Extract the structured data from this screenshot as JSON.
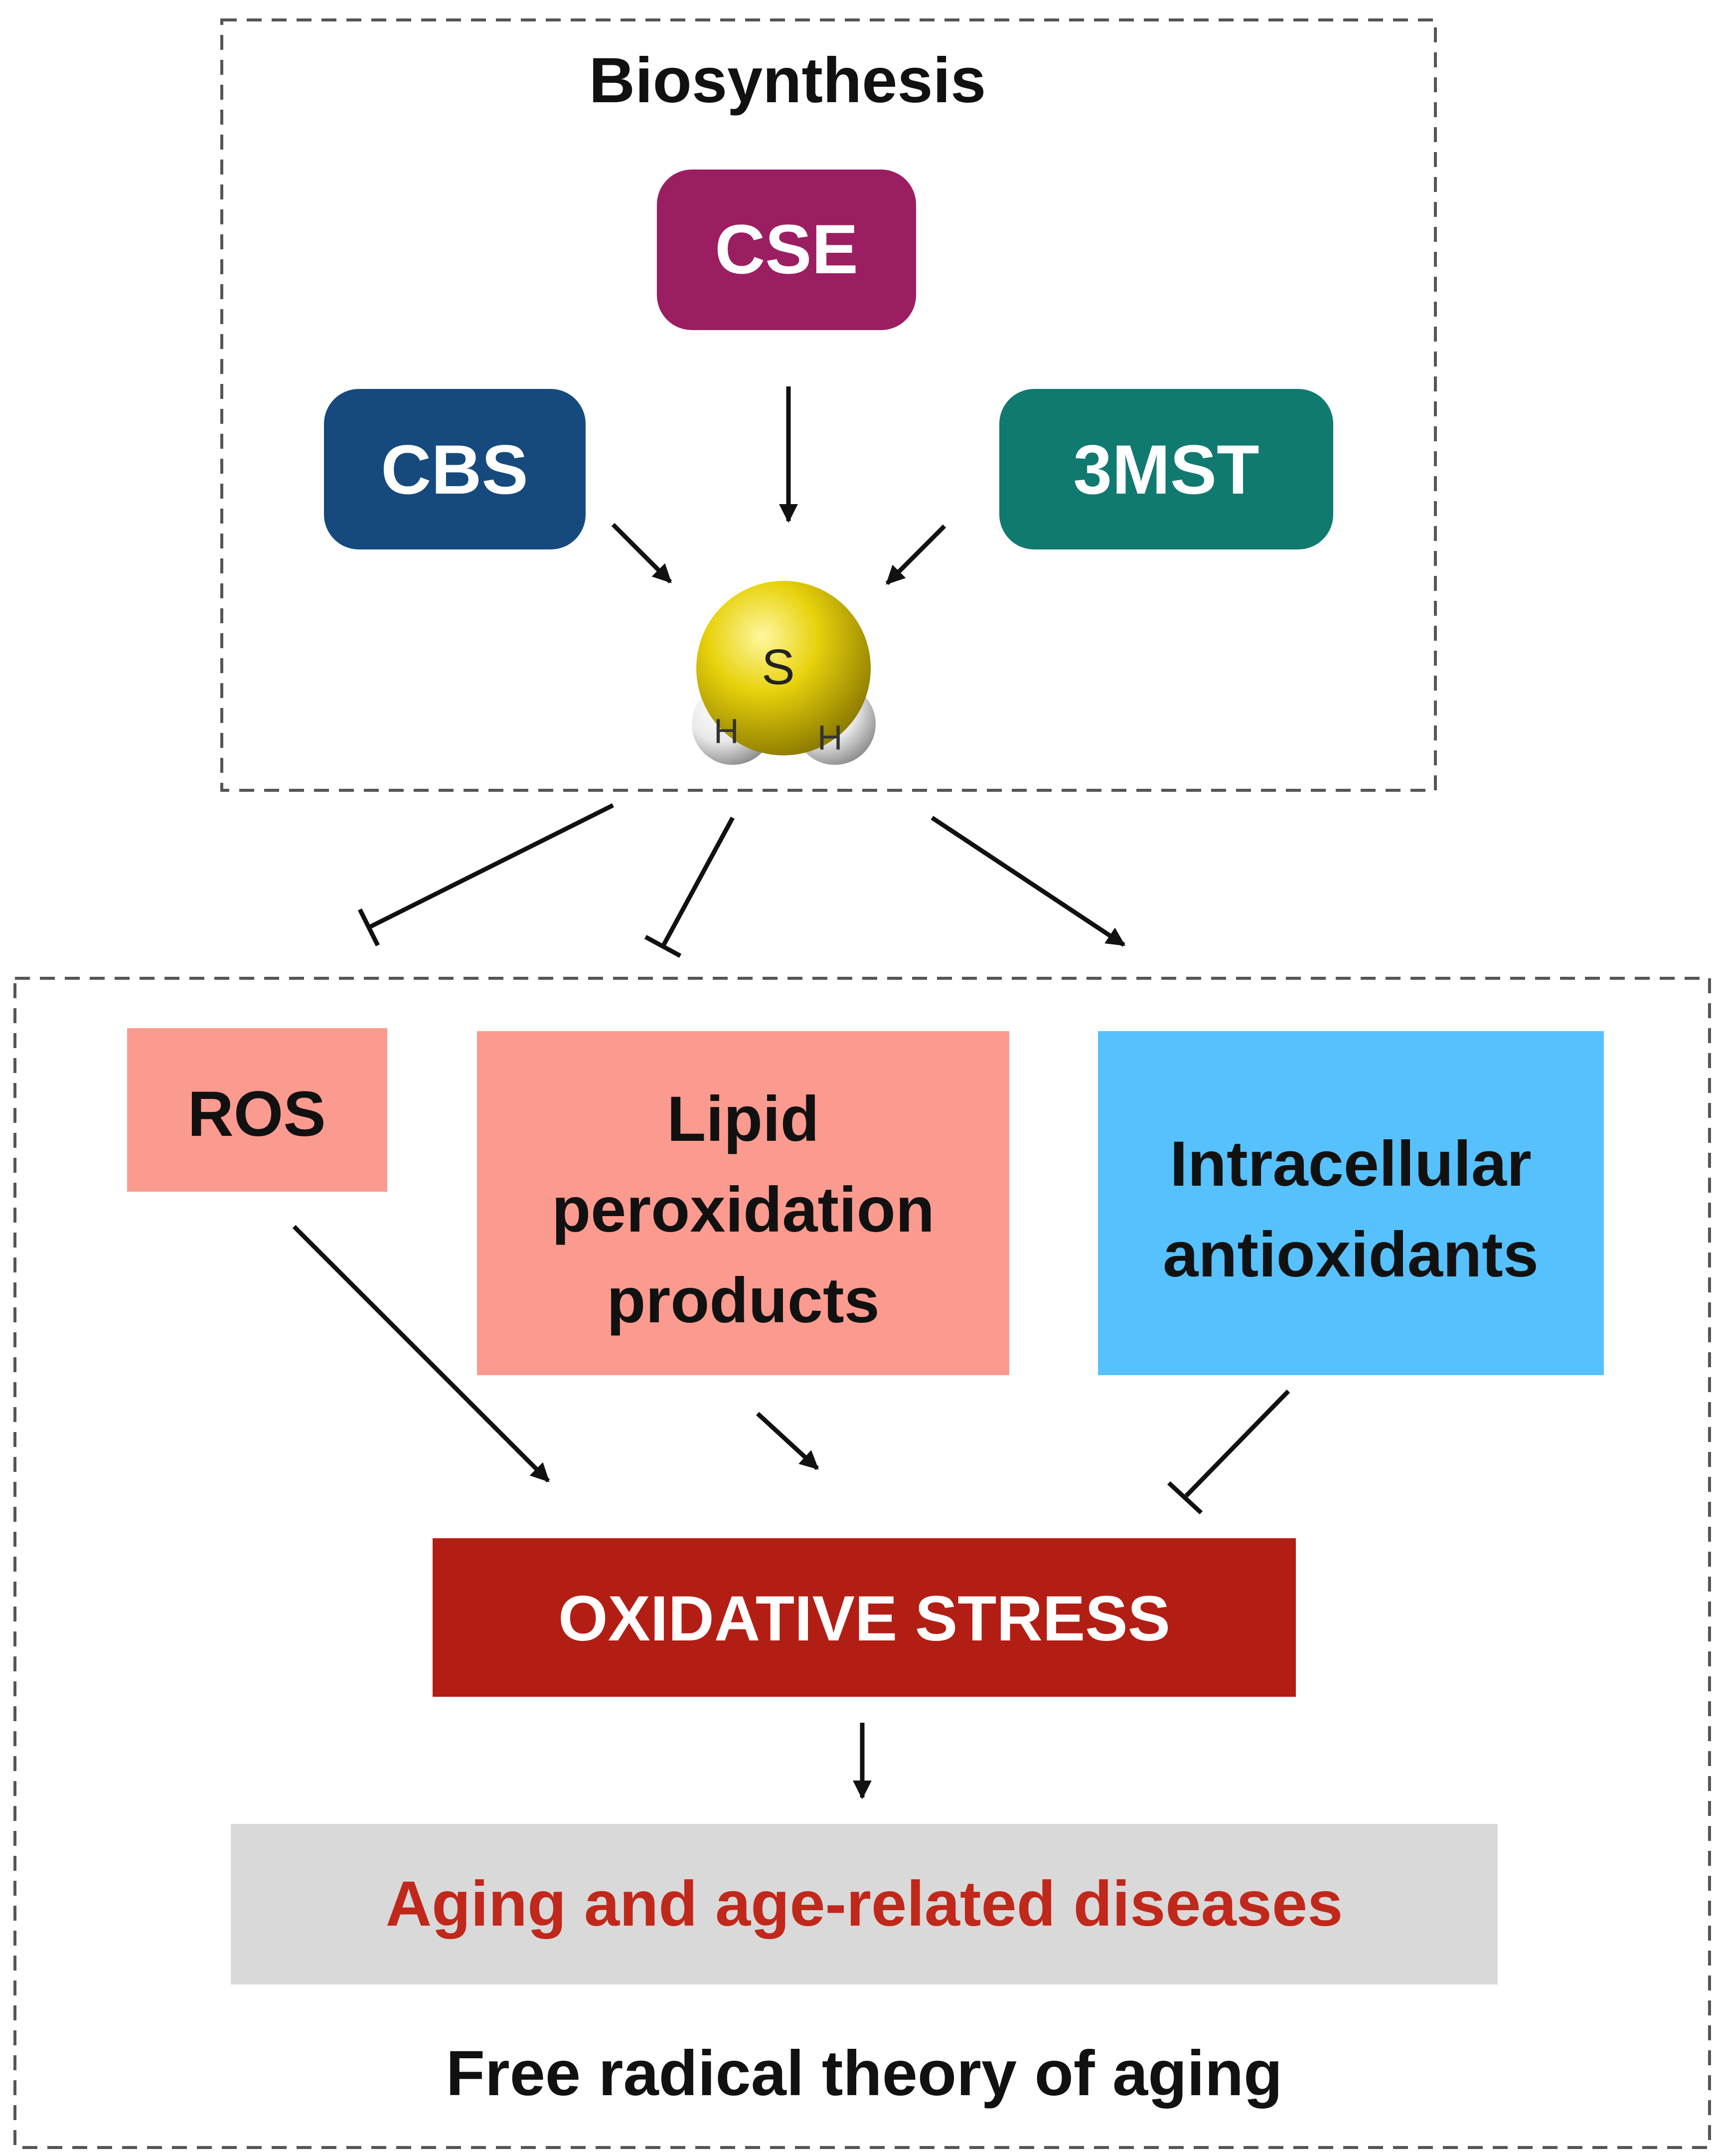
{
  "biosynthesis": {
    "title": "Biosynthesis",
    "enzymes": [
      {
        "label": "CSE",
        "color": "#9b1e62"
      },
      {
        "label": "CBS",
        "color": "#164a7e"
      },
      {
        "label": "3MST",
        "color": "#117a70"
      }
    ],
    "molecule": {
      "center_atom": "S",
      "hydrogen_left": "H",
      "hydrogen_right": "H",
      "sulfur_color": "#e8d20c",
      "hydrogen_color": "#e9e9e9"
    }
  },
  "free_radical_theory": {
    "title": "Free radical theory of aging",
    "boxes": {
      "ros": {
        "label": "ROS",
        "color": "#fb9a8e"
      },
      "lipid": {
        "lines": [
          "Lipid",
          "peroxidation",
          "products"
        ],
        "color": "#fb9a8e"
      },
      "antioxidants": {
        "lines": [
          "Intracellular",
          "antioxidants"
        ],
        "color": "#56c1fd"
      },
      "oxidative_stress": {
        "label": "OXIDATIVE STRESS",
        "color": "#b21e14",
        "text_color": "#ffffff"
      },
      "aging": {
        "label": "Aging and age-related diseases",
        "color": "#d9d9d9",
        "text_color": "#c0281b"
      }
    }
  },
  "relations": [
    {
      "from": "H2S",
      "to": "ROS",
      "type": "inhibits"
    },
    {
      "from": "H2S",
      "to": "Lipid peroxidation products",
      "type": "inhibits"
    },
    {
      "from": "H2S",
      "to": "Intracellular antioxidants",
      "type": "activates"
    },
    {
      "from": "CSE",
      "to": "H2S",
      "type": "produces"
    },
    {
      "from": "CBS",
      "to": "H2S",
      "type": "produces"
    },
    {
      "from": "3MST",
      "to": "H2S",
      "type": "produces"
    },
    {
      "from": "ROS",
      "to": "OXIDATIVE STRESS",
      "type": "promotes"
    },
    {
      "from": "Lipid peroxidation products",
      "to": "OXIDATIVE STRESS",
      "type": "promotes"
    },
    {
      "from": "Intracellular antioxidants",
      "to": "OXIDATIVE STRESS",
      "type": "inhibits"
    },
    {
      "from": "OXIDATIVE STRESS",
      "to": "Aging and age-related diseases",
      "type": "promotes"
    }
  ]
}
